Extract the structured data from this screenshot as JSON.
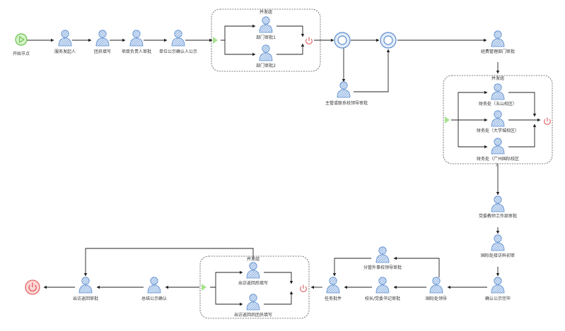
{
  "nodes": {
    "start": {
      "label": "开始节点",
      "type": "start"
    },
    "n_apply": {
      "label": "服务发起人",
      "type": "user"
    },
    "n_fill": {
      "label": "团员填写",
      "type": "user"
    },
    "n_pm": {
      "label": "项目负责人审批",
      "type": "user"
    },
    "n_unit": {
      "label": "单位公示确认人公示",
      "type": "user"
    },
    "g1_dept1": {
      "label": "部门审批1",
      "type": "user"
    },
    "g1_dept2": {
      "label": "部门审批2",
      "type": "user"
    },
    "n_supervisor": {
      "label": "主管或联系校领导审批",
      "type": "user"
    },
    "n_finance_dept": {
      "label": "经费管理部门审批",
      "type": "user"
    },
    "g2_wushan": {
      "label": "财务处（五山校区）",
      "type": "user"
    },
    "g2_daxue": {
      "label": "财务处（大学城校区）",
      "type": "user"
    },
    "g2_gz": {
      "label": "财务处（广州国际校区）",
      "type": "user"
    },
    "n_party": {
      "label": "党委教师工作部审批",
      "type": "user"
    },
    "n_intl_first": {
      "label": "国际处接访科初审",
      "type": "user"
    },
    "n_confirm": {
      "label": "确认公示完毕",
      "type": "user"
    },
    "n_intl_leader": {
      "label": "国际处领导",
      "type": "user"
    },
    "n_vp": {
      "label": "分管外事校领导审批",
      "type": "user"
    },
    "n_president": {
      "label": "校长/党委书记审批",
      "type": "user"
    },
    "n_task": {
      "label": "任务批件",
      "type": "user"
    },
    "g3_fill": {
      "label": "出访返回后填写",
      "type": "user"
    },
    "g3_members": {
      "label": "出访返回后团员填写",
      "type": "user"
    },
    "n_summary": {
      "label": "总结公示确认",
      "type": "user"
    },
    "n_return": {
      "label": "出访返回审批",
      "type": "user"
    },
    "end": {
      "label": "",
      "type": "end"
    }
  },
  "groups": {
    "g1": {
      "title": "并发组"
    },
    "g2": {
      "title": "并发组"
    },
    "g3": {
      "title": "并发组"
    }
  },
  "colors": {
    "user_fill": "#bcd3ee",
    "user_stroke": "#5b8ccf",
    "start_fill": "#d5f2c8",
    "start_stroke": "#6ac34f",
    "end_stroke": "#e06666",
    "end_fill": "#ffd6d6",
    "gateway_fill": "#bcd3ee",
    "gateway_stroke": "#5b8ccf",
    "fork_fill": "#a6e28f"
  }
}
